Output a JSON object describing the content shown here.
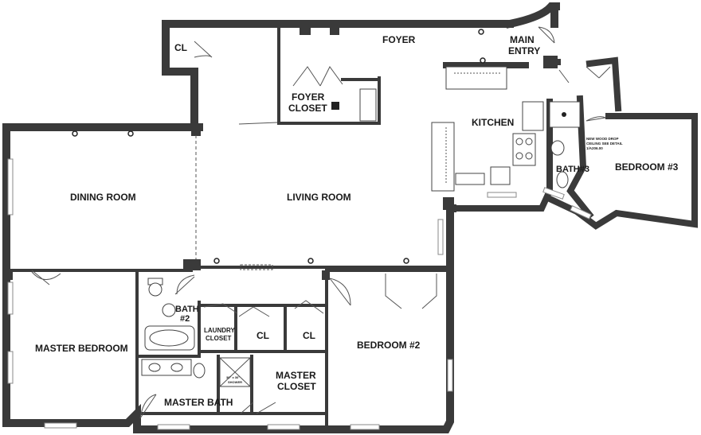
{
  "rooms": {
    "foyer": "FOYER",
    "main_entry_1": "MAIN",
    "main_entry_2": "ENTRY",
    "cl_top": "CL",
    "foyer_closet_1": "FOYER",
    "foyer_closet_2": "CLOSET",
    "kitchen": "KITCHEN",
    "bath3": "BATH#3",
    "bedroom3": "BEDROOM #3",
    "dining_room": "DINING ROOM",
    "living_room": "LIVING ROOM",
    "master_bedroom": "MASTER BEDROOM",
    "bath2_1": "BATH",
    "bath2_2": "#2",
    "laundry_1": "LAUNDRY",
    "laundry_2": "CLOSET",
    "cl_mid_1": "CL",
    "cl_mid_2": "CL",
    "bedroom2": "BEDROOM #2",
    "master_closet_1": "MASTER",
    "master_closet_2": "CLOSET",
    "master_bath": "MASTER BATH"
  },
  "notes": {
    "ceiling_1": "NEW WOOD DROP",
    "ceiling_2": "CEILING SEE DETAIL",
    "ceiling_3": "1/A206.00",
    "shower_1": "36\" x 36\"",
    "shower_2": "SHOWER"
  },
  "colors": {
    "wall": "#3a3a3a",
    "background": "#ffffff",
    "text": "#1a1a1a"
  }
}
